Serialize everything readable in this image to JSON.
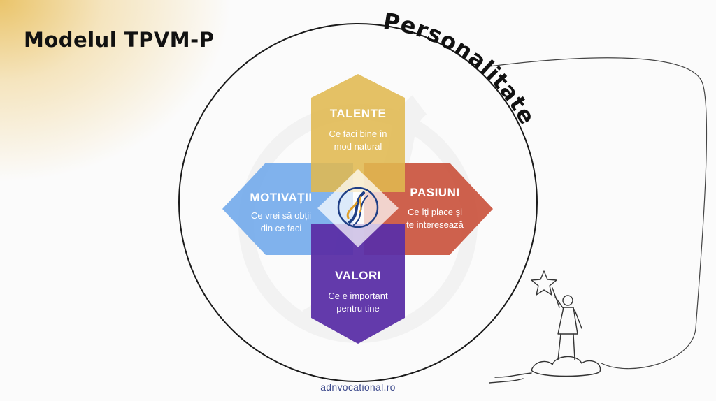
{
  "slide": {
    "title": "Modelul TPVM-P",
    "arc_label": "Personalitate",
    "footer": "adnvocational.ro"
  },
  "petals": [
    {
      "id": "talente",
      "title": "TALENTE",
      "desc_lines": [
        "Ce faci bine în",
        "mod natural"
      ],
      "color": "#e0b850"
    },
    {
      "id": "pasiuni",
      "title": "PASIUNI",
      "desc_lines": [
        "Ce îți place și",
        "te interesează"
      ],
      "color": "#c9503a"
    },
    {
      "id": "valori",
      "title": "VALORI",
      "desc_lines": [
        "Ce e important",
        "pentru tine"
      ],
      "color": "#5b2fa6"
    },
    {
      "id": "motivatii",
      "title": "MOTIVAȚII",
      "desc_lines": [
        "Ce vrei să obții",
        "din ce faci"
      ],
      "color": "#6ea7ea"
    }
  ],
  "icons": {
    "center": "dna-logo-icon",
    "illustration": "person-holding-star-on-cloud",
    "watermark": "dna-watermark-icon"
  }
}
